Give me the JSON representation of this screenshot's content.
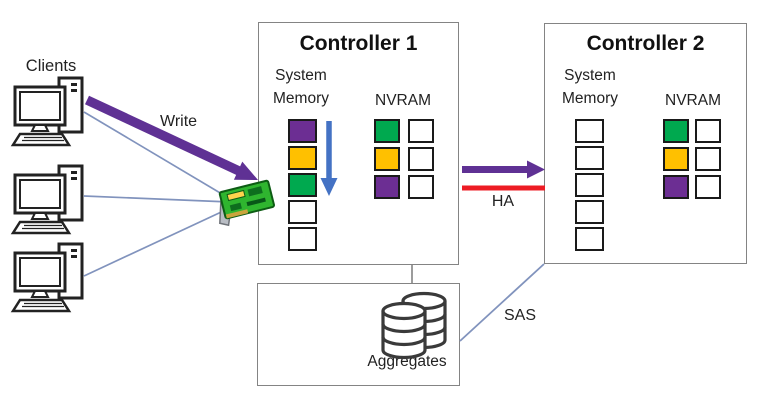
{
  "labels": {
    "clients": "Clients",
    "write": "Write",
    "ha": "HA",
    "sas": "SAS",
    "aggregates": "Aggregates"
  },
  "controller1": {
    "title": "Controller 1",
    "system_memory_label": "System Memory",
    "nvram_label": "NVRAM",
    "memory_blocks": [
      "#6C2E93",
      "#FFC000",
      "#00A94F",
      "#FFFFFF",
      "#FFFFFF"
    ],
    "nvram_col1": [
      "#00A94F",
      "#FFC000",
      "#6C2E93"
    ],
    "nvram_col2": [
      "#FFFFFF",
      "#FFFFFF",
      "#FFFFFF"
    ]
  },
  "controller2": {
    "title": "Controller 2",
    "system_memory_label": "System Memory",
    "nvram_label": "NVRAM",
    "memory_blocks": [
      "#FFFFFF",
      "#FFFFFF",
      "#FFFFFF",
      "#FFFFFF",
      "#FFFFFF"
    ],
    "nvram_col1": [
      "#00A94F",
      "#FFC000",
      "#6C2E93"
    ],
    "nvram_col2": [
      "#FFFFFF",
      "#FFFFFF",
      "#FFFFFF"
    ]
  },
  "icons": {
    "client": "desktop-computer-icon",
    "adapter": "network-adapter-icon",
    "storage": "disk-stack-icon",
    "flush": "down-arrow-icon"
  },
  "colors": {
    "write_arrow": "#5F3194",
    "ha_arrow": "#5F3194",
    "ha_link_red": "#ED1C24",
    "flush_arrow": "#4472C4",
    "client_link": "#8193BD",
    "nic_board": "#2FB52F",
    "box_border": "#848484"
  }
}
